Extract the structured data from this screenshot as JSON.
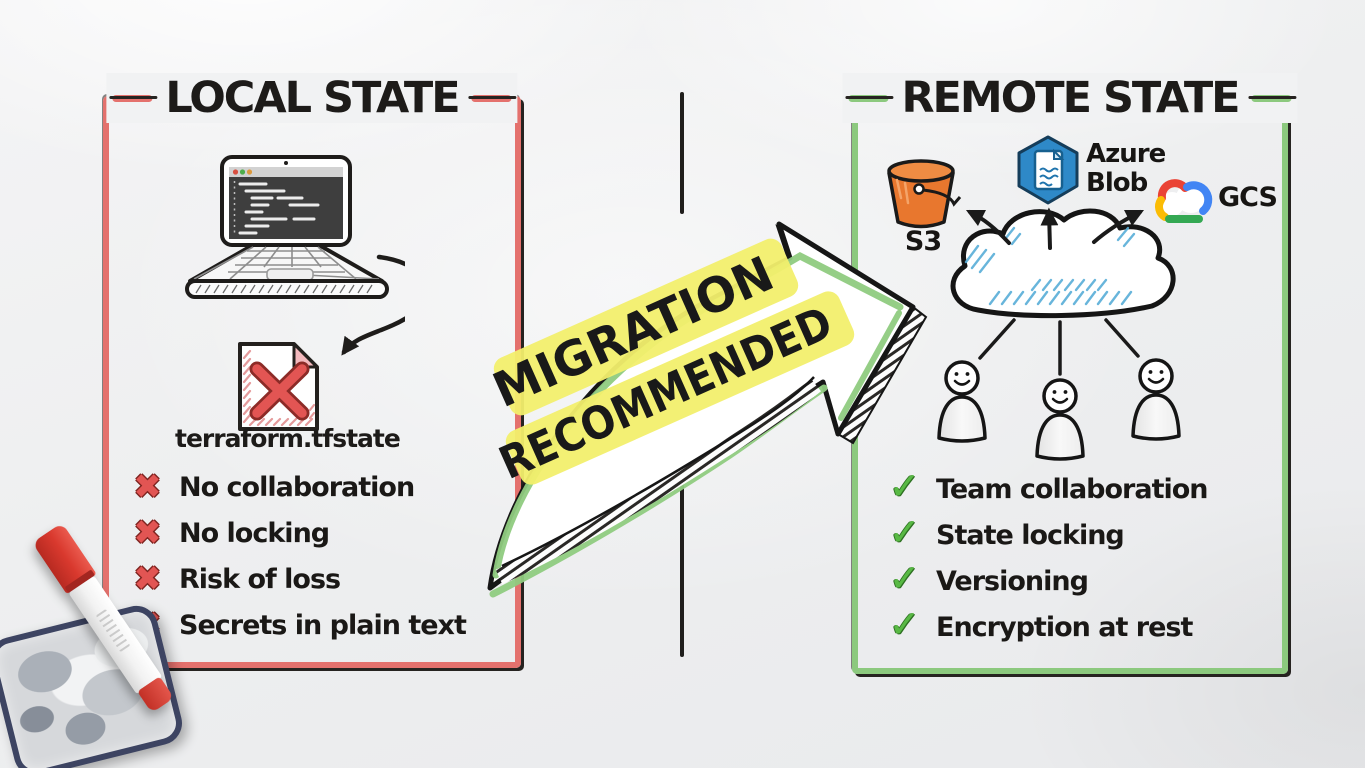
{
  "palette": {
    "board_bg": "#f1f2f3",
    "ink_black": "#201e1c",
    "red_accent": "#e4716d",
    "green_accent": "#8cc97e",
    "yellow_highlight": "#f2ef6d",
    "x_red": "#e25553",
    "check_green": "#58b944",
    "s3_orange": "#e8772e",
    "azure_blue": "#2e89c8",
    "cloud_hatch_blue": "#58aed8",
    "gcs_blue": "#4285f4",
    "gcs_red": "#ea4335",
    "gcs_yellow": "#fbbc05",
    "gcs_green": "#34a853"
  },
  "icons": {
    "x_mark": "✖",
    "check_mark": "✓"
  },
  "local_panel": {
    "title": "LOCAL STATE",
    "file_label": "terraform.tfstate",
    "items": [
      "No collaboration",
      "No locking",
      "Risk of loss",
      "Secrets in plain text"
    ]
  },
  "migration_arrow": {
    "line1": "MIGRATION",
    "line2": "RECOMMENDED"
  },
  "remote_panel": {
    "title": "REMOTE STATE",
    "providers": [
      {
        "name": "S3"
      },
      {
        "name": "Azure Blob"
      },
      {
        "name": "GCS"
      }
    ],
    "items": [
      "Team collaboration",
      "State locking",
      "Versioning",
      "Encryption at rest"
    ]
  }
}
